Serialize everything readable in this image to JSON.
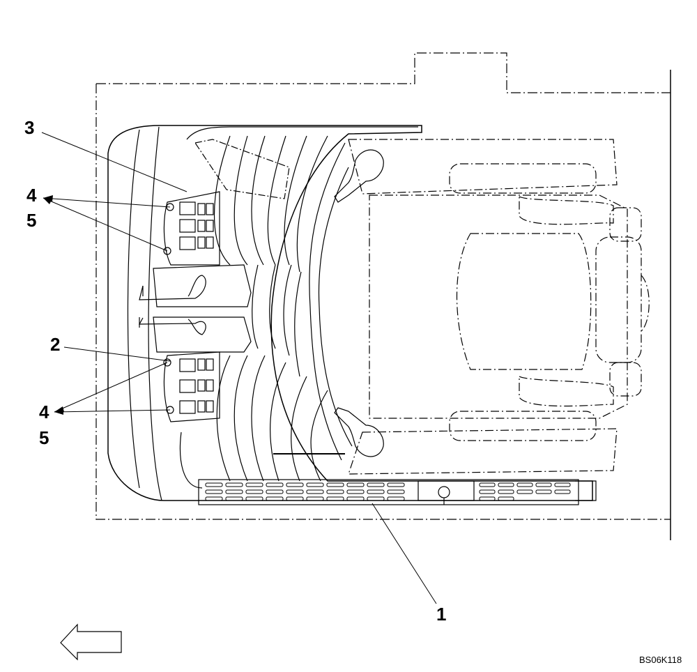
{
  "callouts": {
    "c1": "1",
    "c2": "2",
    "c3": "3",
    "c4_upper": "4",
    "c5_upper": "5",
    "c4_lower": "4",
    "c5_lower": "5"
  },
  "figure_id": "BS06K118",
  "direction_arrow": "arrow-left-icon",
  "colors": {
    "line": "#000000",
    "background": "#ffffff"
  }
}
